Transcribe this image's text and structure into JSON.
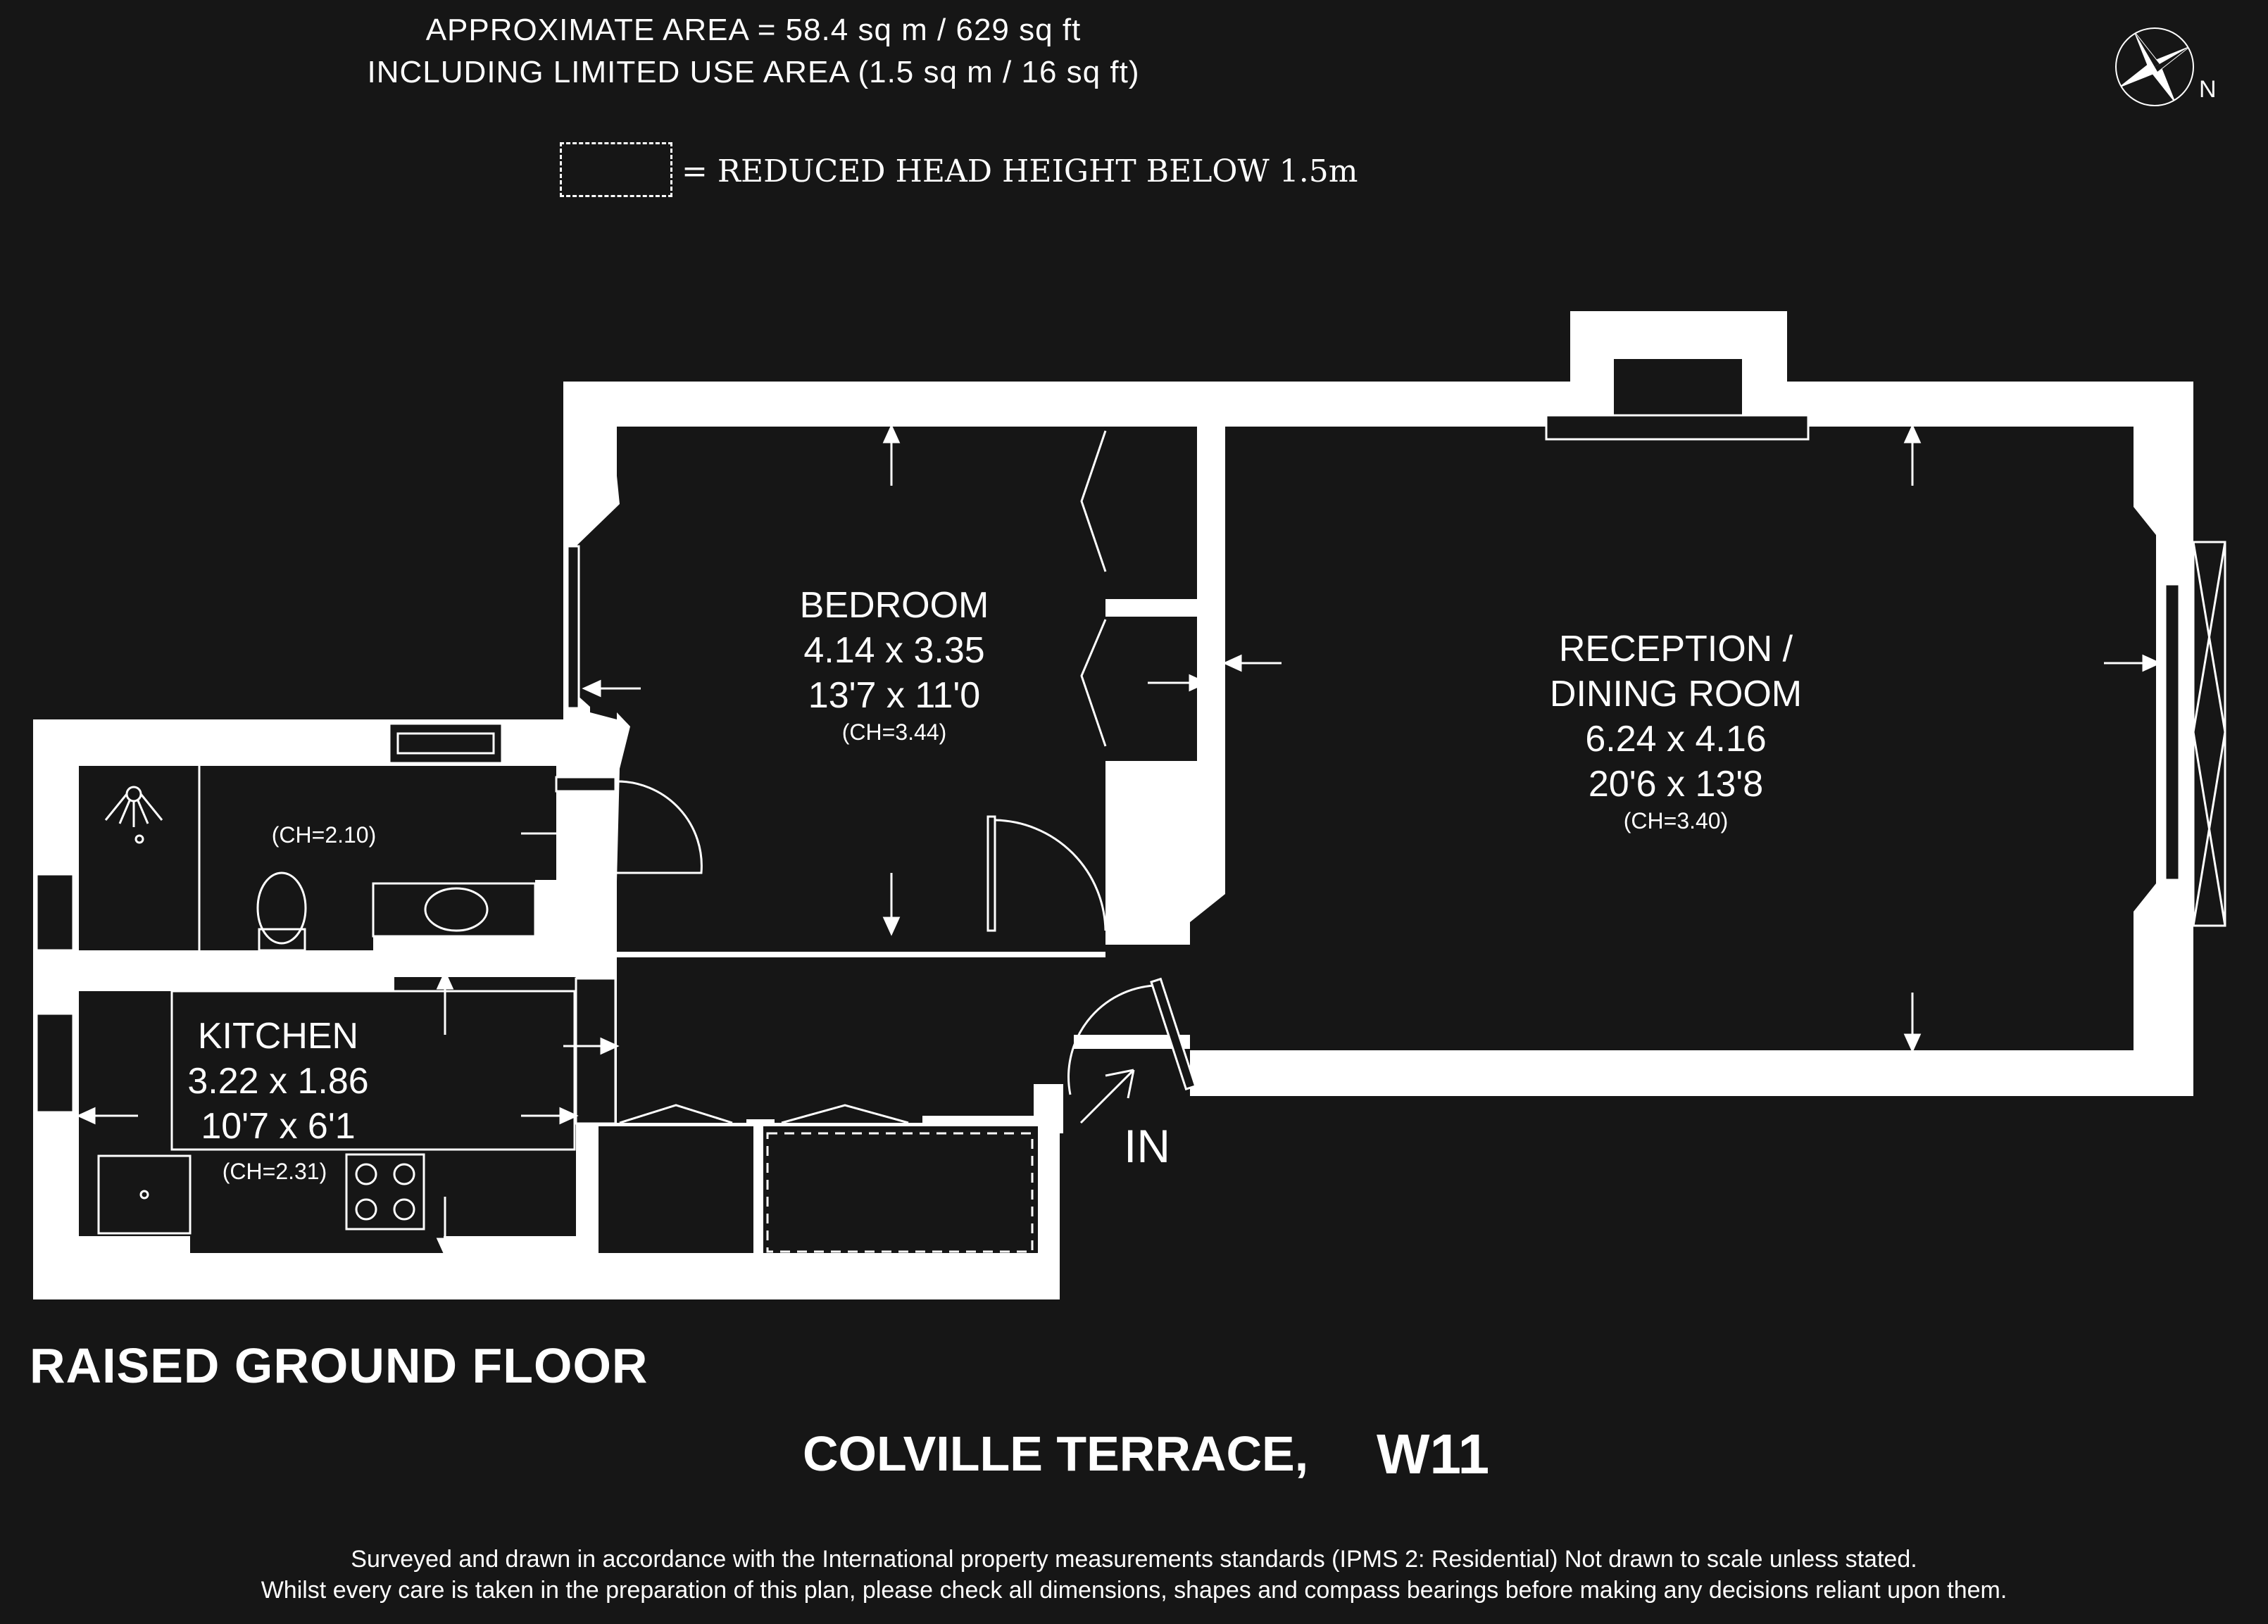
{
  "header": {
    "area_line1": "APPROXIMATE AREA = 58.4 sq m / 629 sq ft",
    "area_line2": "INCLUDING LIMITED USE AREA (1.5 sq m / 16 sq ft)"
  },
  "legend": {
    "text": "= REDUCED HEAD HEIGHT BELOW 1.5m"
  },
  "compass": {
    "label": "N"
  },
  "rooms": {
    "bedroom": {
      "name": "BEDROOM",
      "metric": "4.14 x 3.35",
      "imperial": "13'7 x 11'0",
      "ceiling": "(CH=3.44)"
    },
    "reception": {
      "name_line1": "RECEPTION /",
      "name_line2": "DINING ROOM",
      "metric": "6.24 x 4.16",
      "imperial": "20'6 x 13'8",
      "ceiling": "(CH=3.40)"
    },
    "bathroom": {
      "ceiling": "(CH=2.10)"
    },
    "kitchen": {
      "name": "KITCHEN",
      "metric": "3.22 x 1.86",
      "imperial": "10'7 x 6'1",
      "ceiling": "(CH=2.31)"
    }
  },
  "entrance": {
    "label": "IN"
  },
  "floor": {
    "title": "RAISED GROUND FLOOR"
  },
  "address": {
    "street": "COLVILLE TERRACE,",
    "postcode": "W11"
  },
  "disclaimer": {
    "line1": "Surveyed and drawn in accordance with the International property measurements standards (IPMS 2: Residential) Not drawn to scale unless stated.",
    "line2": "Whilst every care is taken in the preparation of this plan, please check all dimensions, shapes and compass bearings before making any decisions reliant upon them."
  },
  "colors": {
    "background": "#161616",
    "walls": "#ffffff",
    "text": "#ffffff"
  }
}
